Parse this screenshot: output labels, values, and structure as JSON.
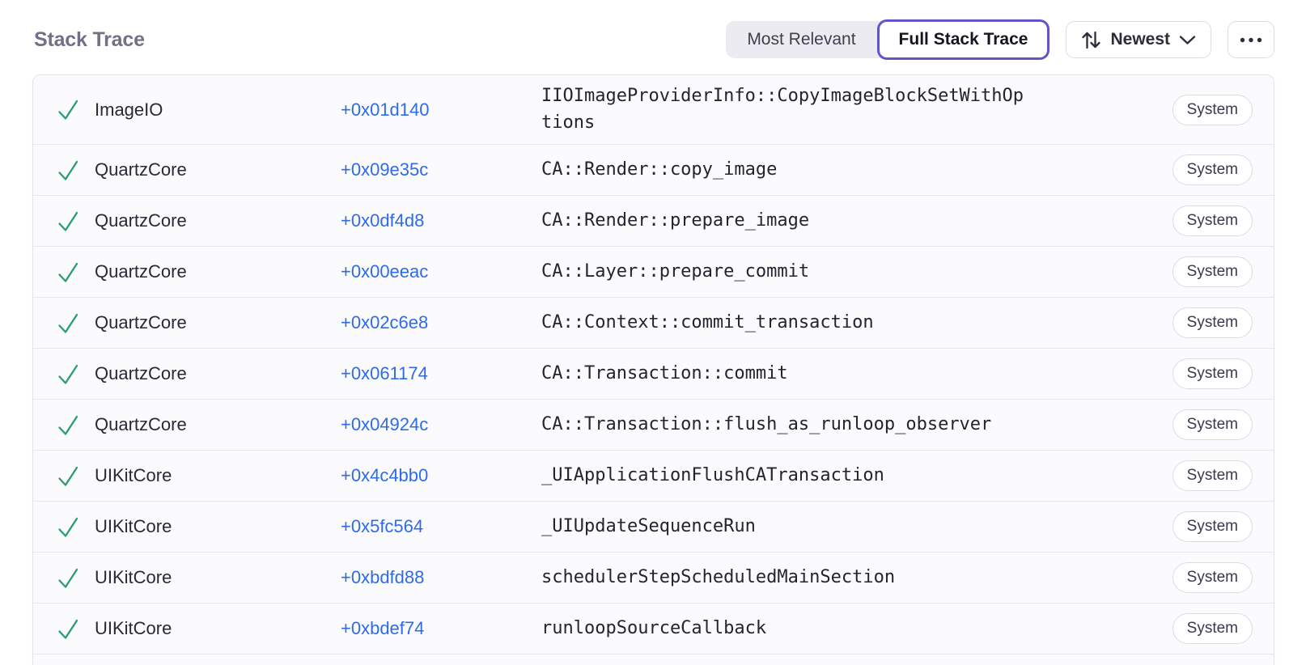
{
  "colors": {
    "accent_purple": "#6156c8",
    "link_blue": "#2e6be8",
    "success_green": "#2a9d6f"
  },
  "header": {
    "title": "Stack Trace",
    "view_toggle": [
      {
        "label": "Most Relevant",
        "selected": false
      },
      {
        "label": "Full Stack Trace",
        "selected": true
      }
    ],
    "sort_button": {
      "label": "Newest"
    }
  },
  "stack_trace": {
    "frames": [
      {
        "module": "ImageIO",
        "offset": "+0x01d140",
        "function": "IIOImageProviderInfo::CopyImageBlockSetWithOptions",
        "tag": "System"
      },
      {
        "module": "QuartzCore",
        "offset": "+0x09e35c",
        "function": "CA::Render::copy_image",
        "tag": "System"
      },
      {
        "module": "QuartzCore",
        "offset": "+0x0df4d8",
        "function": "CA::Render::prepare_image",
        "tag": "System"
      },
      {
        "module": "QuartzCore",
        "offset": "+0x00eeac",
        "function": "CA::Layer::prepare_commit",
        "tag": "System"
      },
      {
        "module": "QuartzCore",
        "offset": "+0x02c6e8",
        "function": "CA::Context::commit_transaction",
        "tag": "System"
      },
      {
        "module": "QuartzCore",
        "offset": "+0x061174",
        "function": "CA::Transaction::commit",
        "tag": "System"
      },
      {
        "module": "QuartzCore",
        "offset": "+0x04924c",
        "function": "CA::Transaction::flush_as_runloop_observer",
        "tag": "System"
      },
      {
        "module": "UIKitCore",
        "offset": "+0x4c4bb0",
        "function": "_UIApplicationFlushCATransaction",
        "tag": "System"
      },
      {
        "module": "UIKitCore",
        "offset": "+0x5fc564",
        "function": "_UIUpdateSequenceRun",
        "tag": "System"
      },
      {
        "module": "UIKitCore",
        "offset": "+0xbdfd88",
        "function": "schedulerStepScheduledMainSection",
        "tag": "System"
      },
      {
        "module": "UIKitCore",
        "offset": "+0xbdef74",
        "function": "runloopSourceCallback",
        "tag": "System"
      }
    ]
  }
}
